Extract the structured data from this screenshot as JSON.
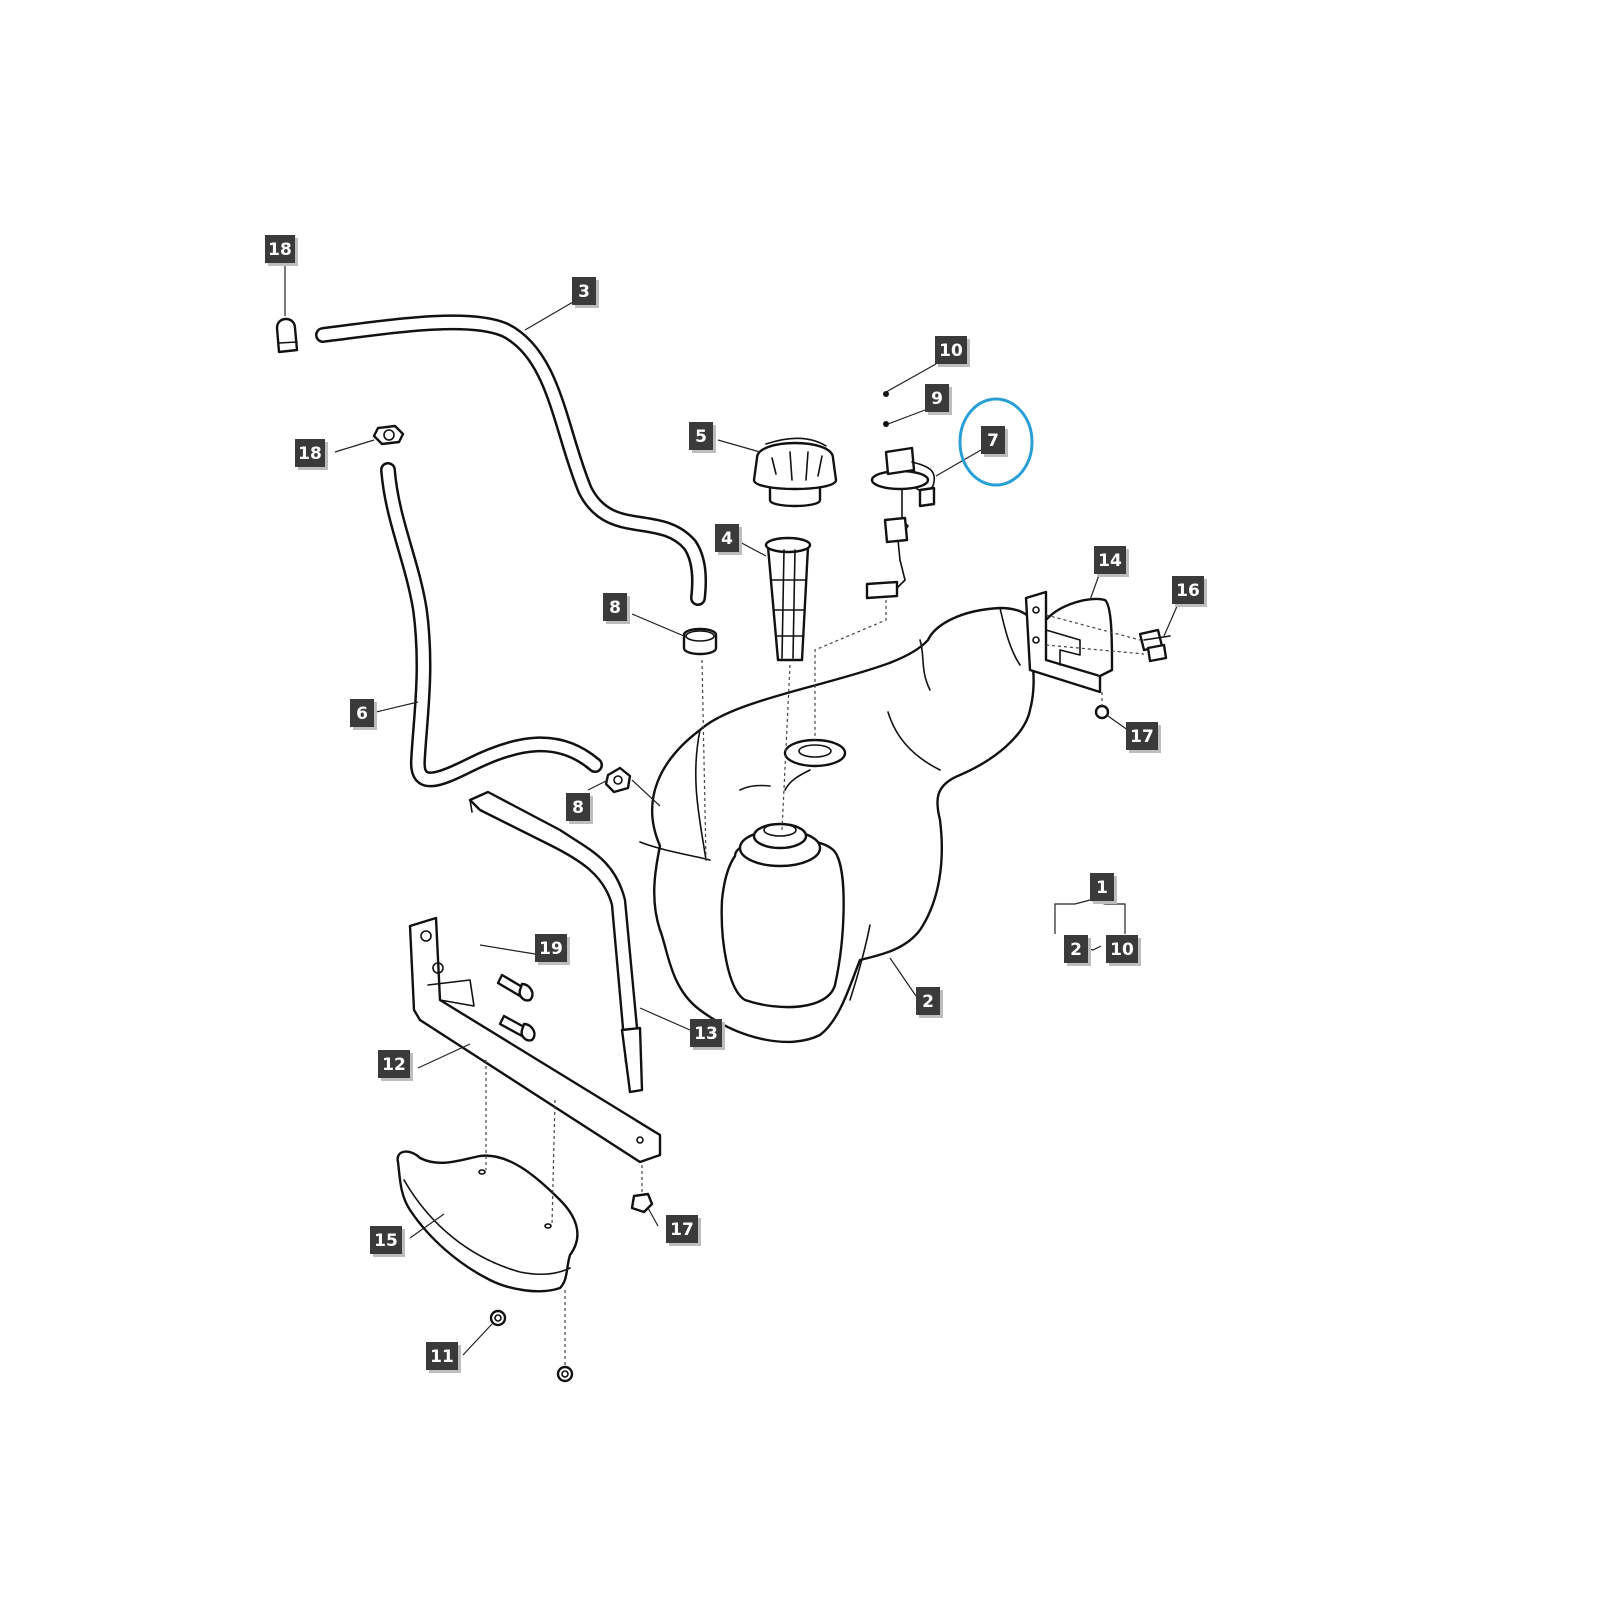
{
  "callouts": [
    {
      "id": "c18a",
      "text": "18"
    },
    {
      "id": "c3",
      "text": "3"
    },
    {
      "id": "c18b",
      "text": "18"
    },
    {
      "id": "c10a",
      "text": "10"
    },
    {
      "id": "c9",
      "text": "9"
    },
    {
      "id": "c7",
      "text": "7"
    },
    {
      "id": "c5",
      "text": "5"
    },
    {
      "id": "c4",
      "text": "4"
    },
    {
      "id": "c8a",
      "text": "8"
    },
    {
      "id": "c6",
      "text": "6"
    },
    {
      "id": "c8b",
      "text": "8"
    },
    {
      "id": "c14",
      "text": "14"
    },
    {
      "id": "c16",
      "text": "16"
    },
    {
      "id": "c17a",
      "text": "17"
    },
    {
      "id": "c1",
      "text": "1"
    },
    {
      "id": "c2a",
      "text": "2"
    },
    {
      "id": "c10b",
      "text": "10"
    },
    {
      "id": "c19",
      "text": "19"
    },
    {
      "id": "c2b",
      "text": "2"
    },
    {
      "id": "c13",
      "text": "13"
    },
    {
      "id": "c12",
      "text": "12"
    },
    {
      "id": "c17b",
      "text": "17"
    },
    {
      "id": "c15",
      "text": "15"
    },
    {
      "id": "c11",
      "text": "11"
    }
  ],
  "colors": {
    "highlight_circle": "#2a9fd6",
    "label_fill": "#3a3a3a",
    "line": "#111111"
  }
}
